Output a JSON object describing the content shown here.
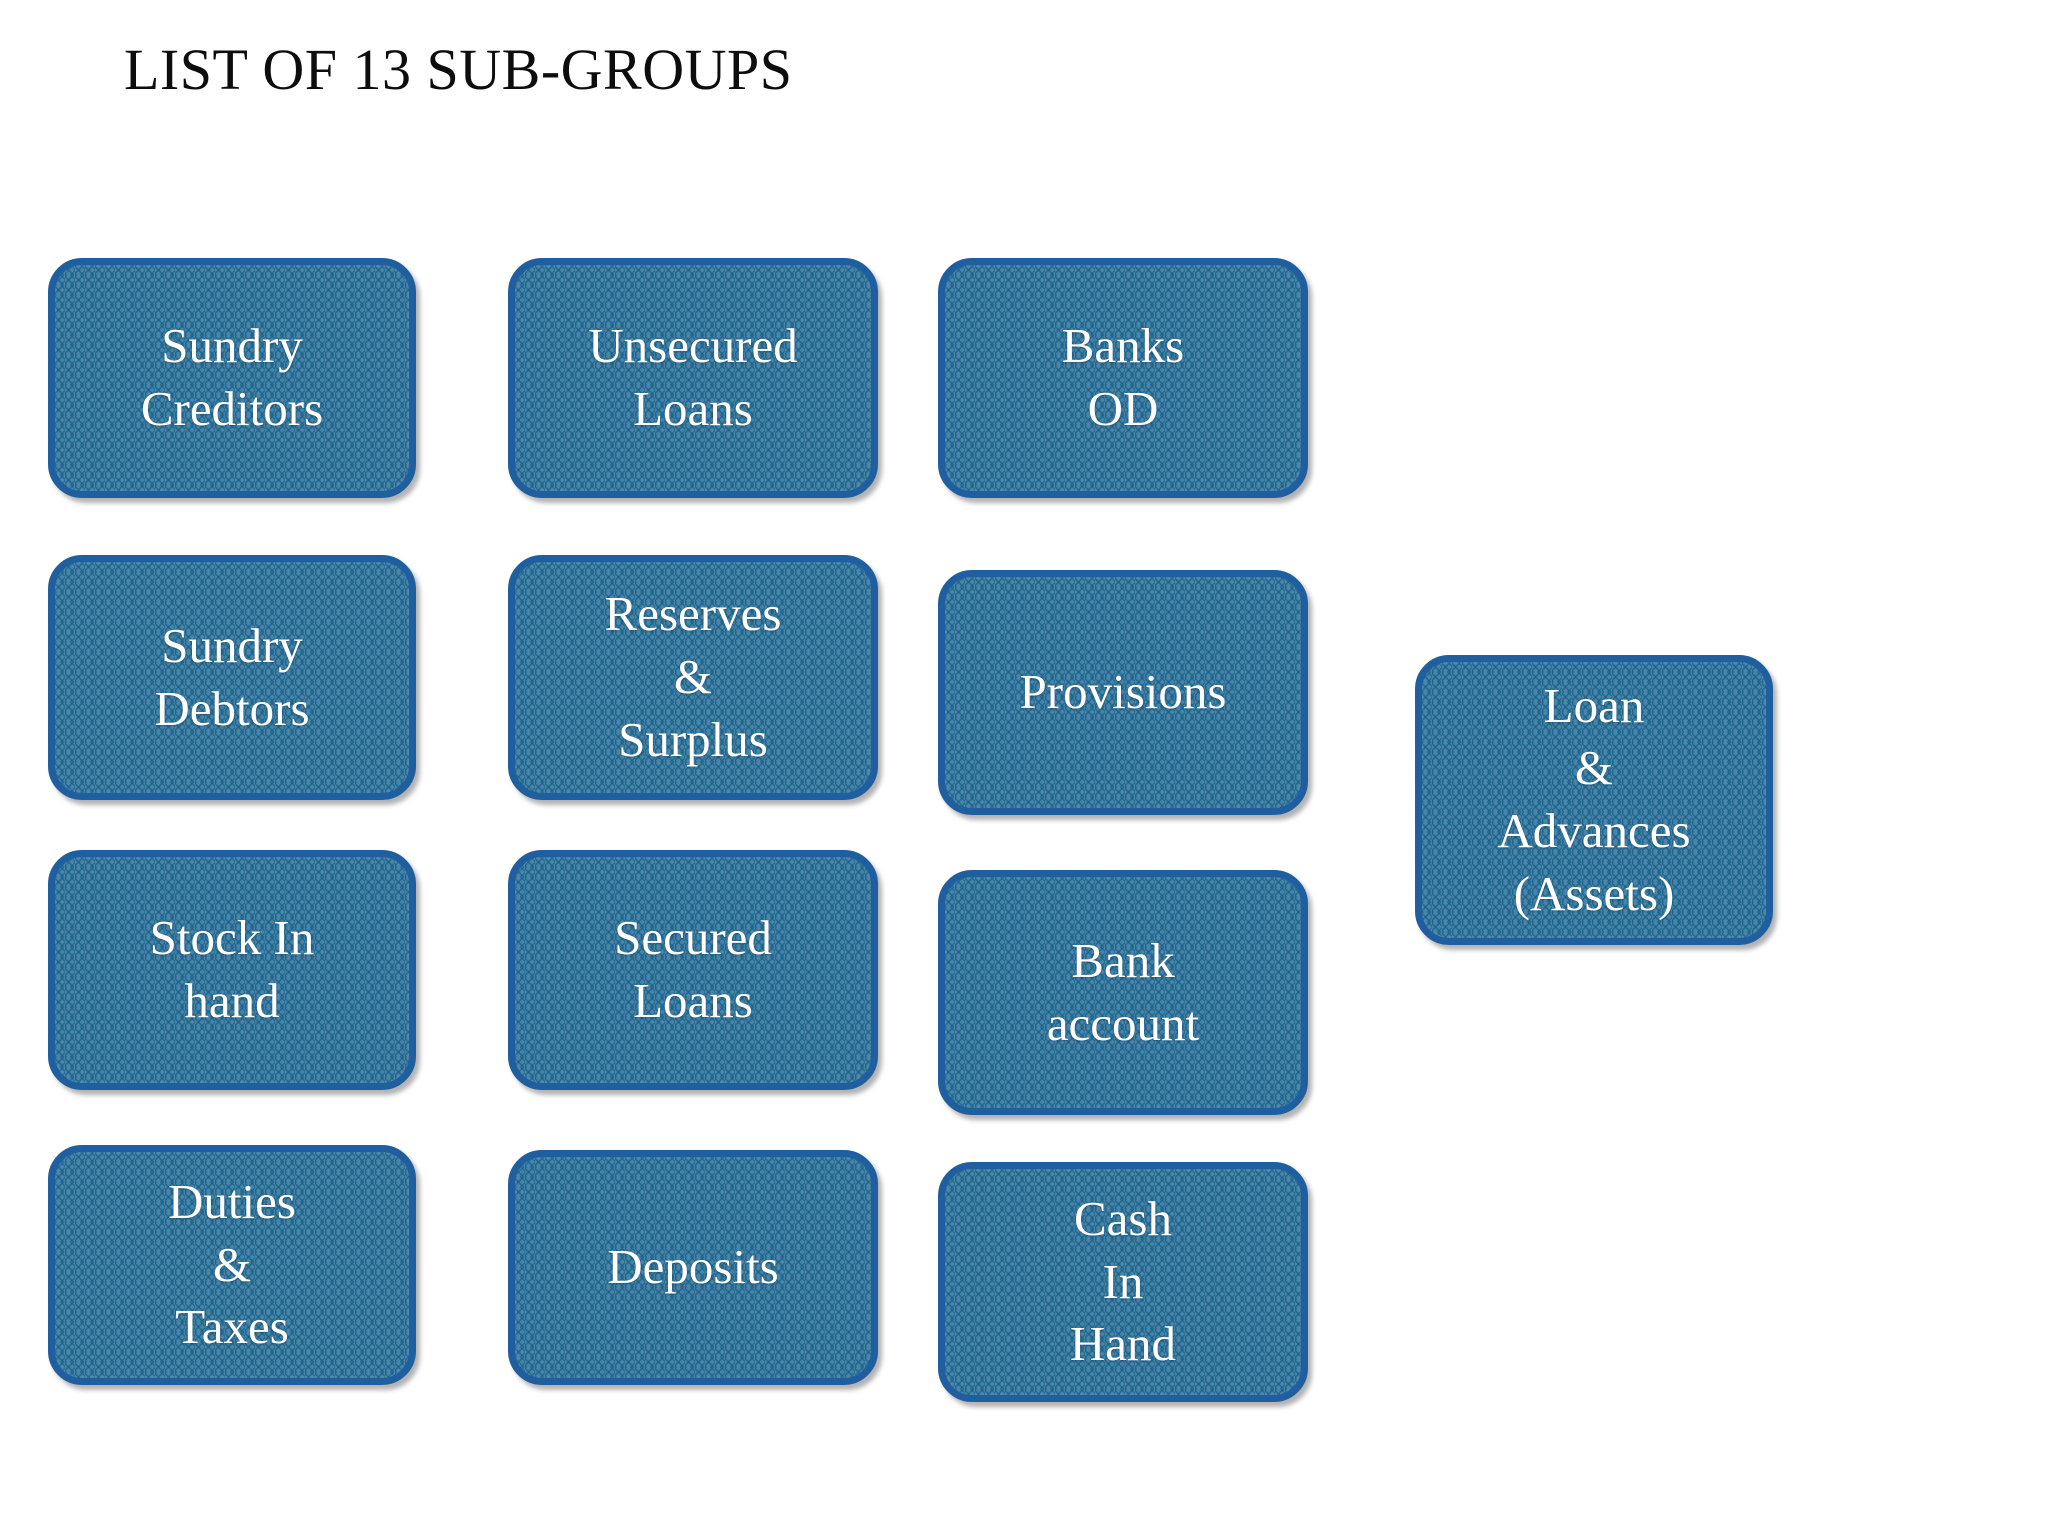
{
  "slide": {
    "title": "LIST OF 13 SUB-GROUPS",
    "background_color": "#ffffff",
    "title_color": "#0d0d0d"
  },
  "style": {
    "box_fill": "#4b83aa",
    "box_pattern": "#0e5f82",
    "box_border": "#1f5fa0",
    "box_text_color": "#ffffff",
    "pattern_name": "zig-zag"
  },
  "nodes": [
    {
      "id": "sundry-creditors",
      "label": "Sundry\nCreditors",
      "row": 1,
      "col": 1
    },
    {
      "id": "unsecured-loans",
      "label": "Unsecured\nLoans",
      "row": 1,
      "col": 2
    },
    {
      "id": "banks-od",
      "label": "Banks\nOD",
      "row": 1,
      "col": 3
    },
    {
      "id": "sundry-debtors",
      "label": "Sundry\nDebtors",
      "row": 2,
      "col": 1
    },
    {
      "id": "reserves-surplus",
      "label": "Reserves\n&\nSurplus",
      "row": 2,
      "col": 2
    },
    {
      "id": "provisions",
      "label": "Provisions",
      "row": 2,
      "col": 3
    },
    {
      "id": "loan-advances",
      "label": "Loan\n&\nAdvances\n(Assets)",
      "row": 2,
      "col": 4
    },
    {
      "id": "stock-in-hand",
      "label": "Stock In\nhand",
      "row": 3,
      "col": 1
    },
    {
      "id": "secured-loans",
      "label": "Secured\nLoans",
      "row": 3,
      "col": 2
    },
    {
      "id": "bank-account",
      "label": "Bank\naccount",
      "row": 3,
      "col": 3
    },
    {
      "id": "duties-taxes",
      "label": "Duties\n&\nTaxes",
      "row": 4,
      "col": 1
    },
    {
      "id": "deposits",
      "label": "Deposits",
      "row": 4,
      "col": 2
    },
    {
      "id": "cash-in-hand",
      "label": "Cash\nIn\nHand",
      "row": 4,
      "col": 3
    }
  ],
  "count": 13
}
